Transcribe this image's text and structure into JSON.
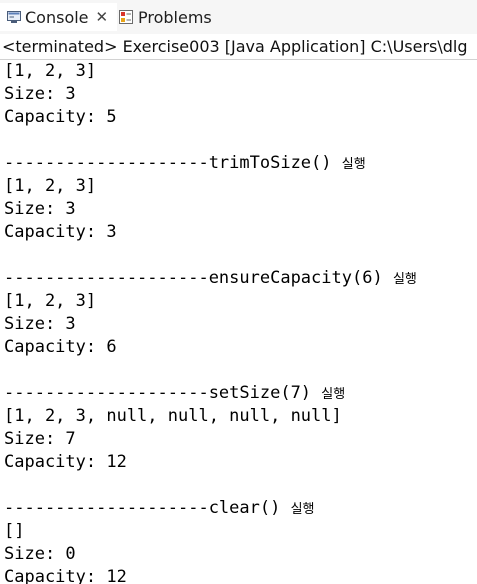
{
  "tabs": {
    "console": {
      "label": "Console",
      "icon": "console-icon",
      "close_icon": "close-icon"
    },
    "problems": {
      "label": "Problems",
      "icon": "problems-icon"
    }
  },
  "header": {
    "text": "<terminated> Exercise003 [Java Application] C:\\Users\\dlg"
  },
  "console_lines": [
    {
      "text": "[1, 2, 3]",
      "suffix": ""
    },
    {
      "text": "Size: 3",
      "suffix": ""
    },
    {
      "text": "Capacity: 5",
      "suffix": ""
    },
    {
      "text": "",
      "suffix": ""
    },
    {
      "text": "--------------------trimToSize()",
      "suffix": "실행"
    },
    {
      "text": "[1, 2, 3]",
      "suffix": ""
    },
    {
      "text": "Size: 3",
      "suffix": ""
    },
    {
      "text": "Capacity: 3",
      "suffix": ""
    },
    {
      "text": "",
      "suffix": ""
    },
    {
      "text": "--------------------ensureCapacity(6)",
      "suffix": "실행"
    },
    {
      "text": "[1, 2, 3]",
      "suffix": ""
    },
    {
      "text": "Size: 3",
      "suffix": ""
    },
    {
      "text": "Capacity: 6",
      "suffix": ""
    },
    {
      "text": "",
      "suffix": ""
    },
    {
      "text": "--------------------setSize(7)",
      "suffix": "실행"
    },
    {
      "text": "[1, 2, 3, null, null, null, null]",
      "suffix": ""
    },
    {
      "text": "Size: 7",
      "suffix": ""
    },
    {
      "text": "Capacity: 12",
      "suffix": ""
    },
    {
      "text": "",
      "suffix": ""
    },
    {
      "text": "--------------------clear()",
      "suffix": "실행"
    },
    {
      "text": "[]",
      "suffix": ""
    },
    {
      "text": "Size: 0",
      "suffix": ""
    },
    {
      "text": "Capacity: 12",
      "suffix": ""
    }
  ]
}
